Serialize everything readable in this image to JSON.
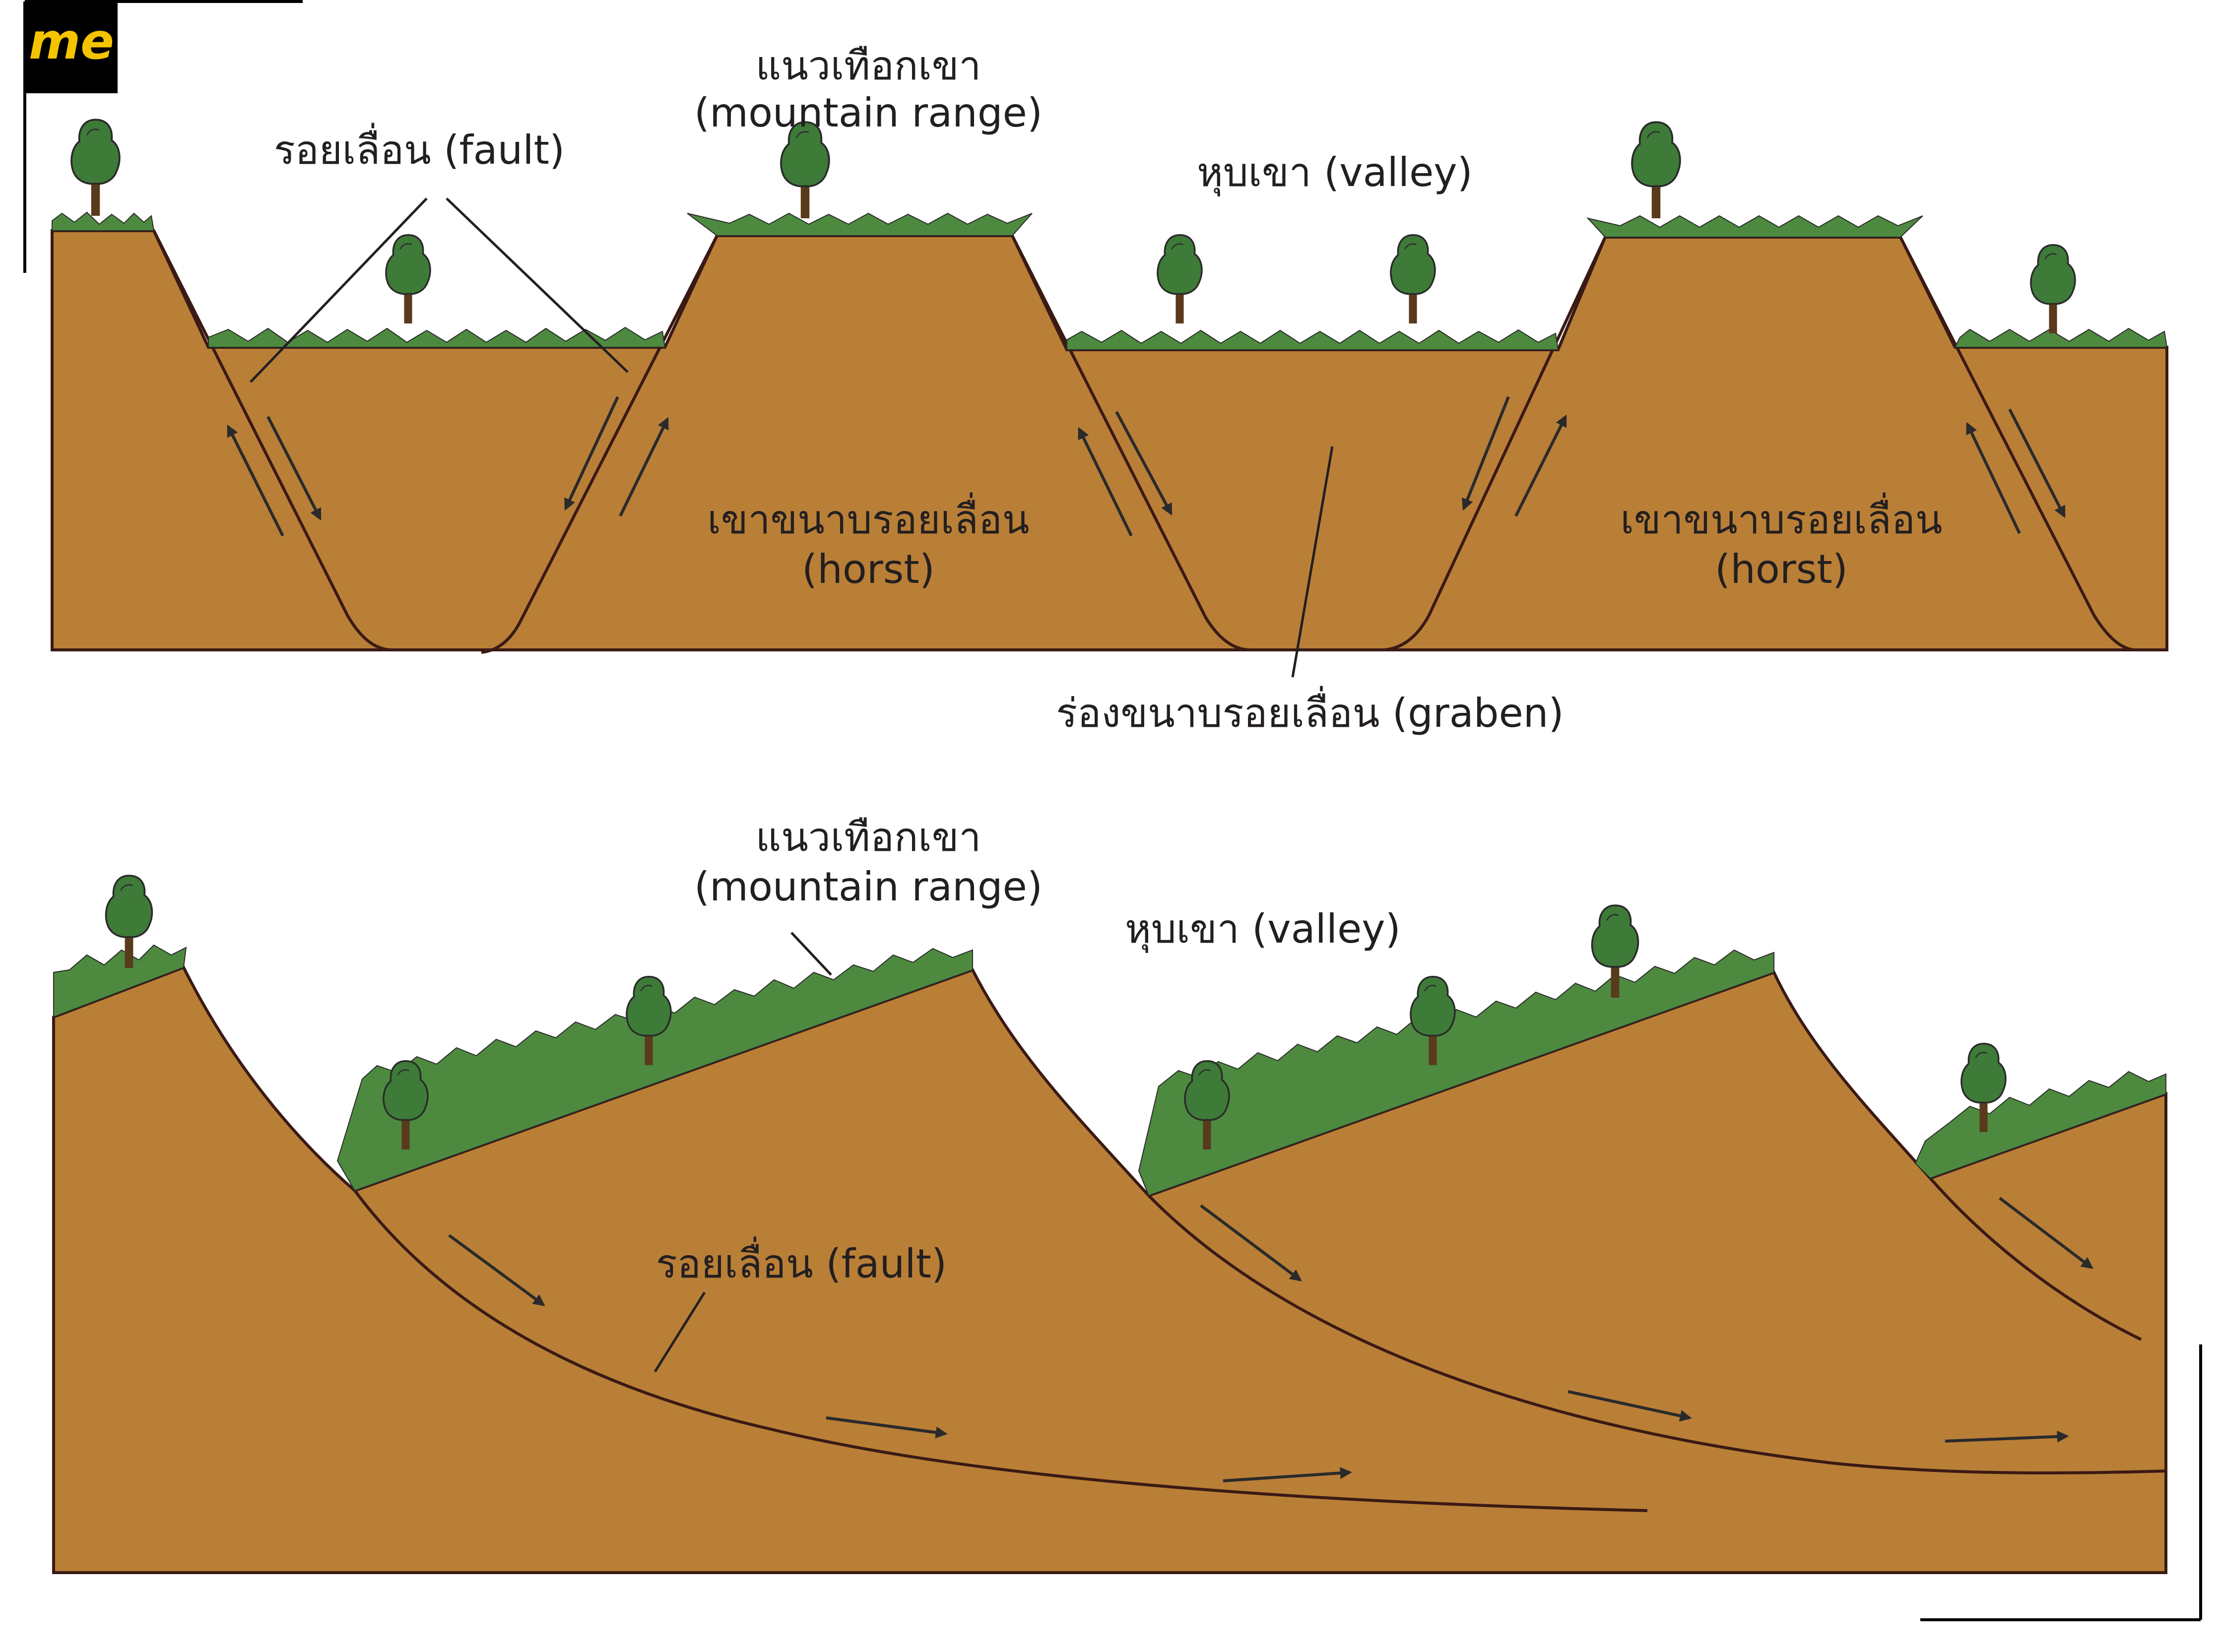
{
  "logo": {
    "text": "me"
  },
  "top_diagram": {
    "label_fault": "รอยเลื่อน (fault)",
    "label_mountain_line1": "แนวเทือกเขา",
    "label_mountain_line2": "(mountain range)",
    "label_valley": "หุบเขา (valley)",
    "label_horst_left_line1": "เขาขนาบรอยเลื่อน",
    "label_horst_left_line2": "(horst)",
    "label_horst_right_line1": "เขาขนาบรอยเลื่อน",
    "label_horst_right_line2": "(horst)",
    "label_graben": "ร่องขนาบรอยเลื่อน (graben)"
  },
  "bottom_diagram": {
    "label_mountain_line1": "แนวเทือกเขา",
    "label_mountain_line2": "(mountain range)",
    "label_valley": "หุบเขา (valley)",
    "label_fault": "รอยเลื่อน (fault)"
  },
  "colors": {
    "soil": "#b97f37",
    "outline": "#3a1a14",
    "grass": "#4d8a3f",
    "tree": "#3e7a38",
    "trunk": "#5a3a1c",
    "arrow": "#2a2a2a",
    "logo_bg": "#000000",
    "logo_text": "#f5c400"
  }
}
